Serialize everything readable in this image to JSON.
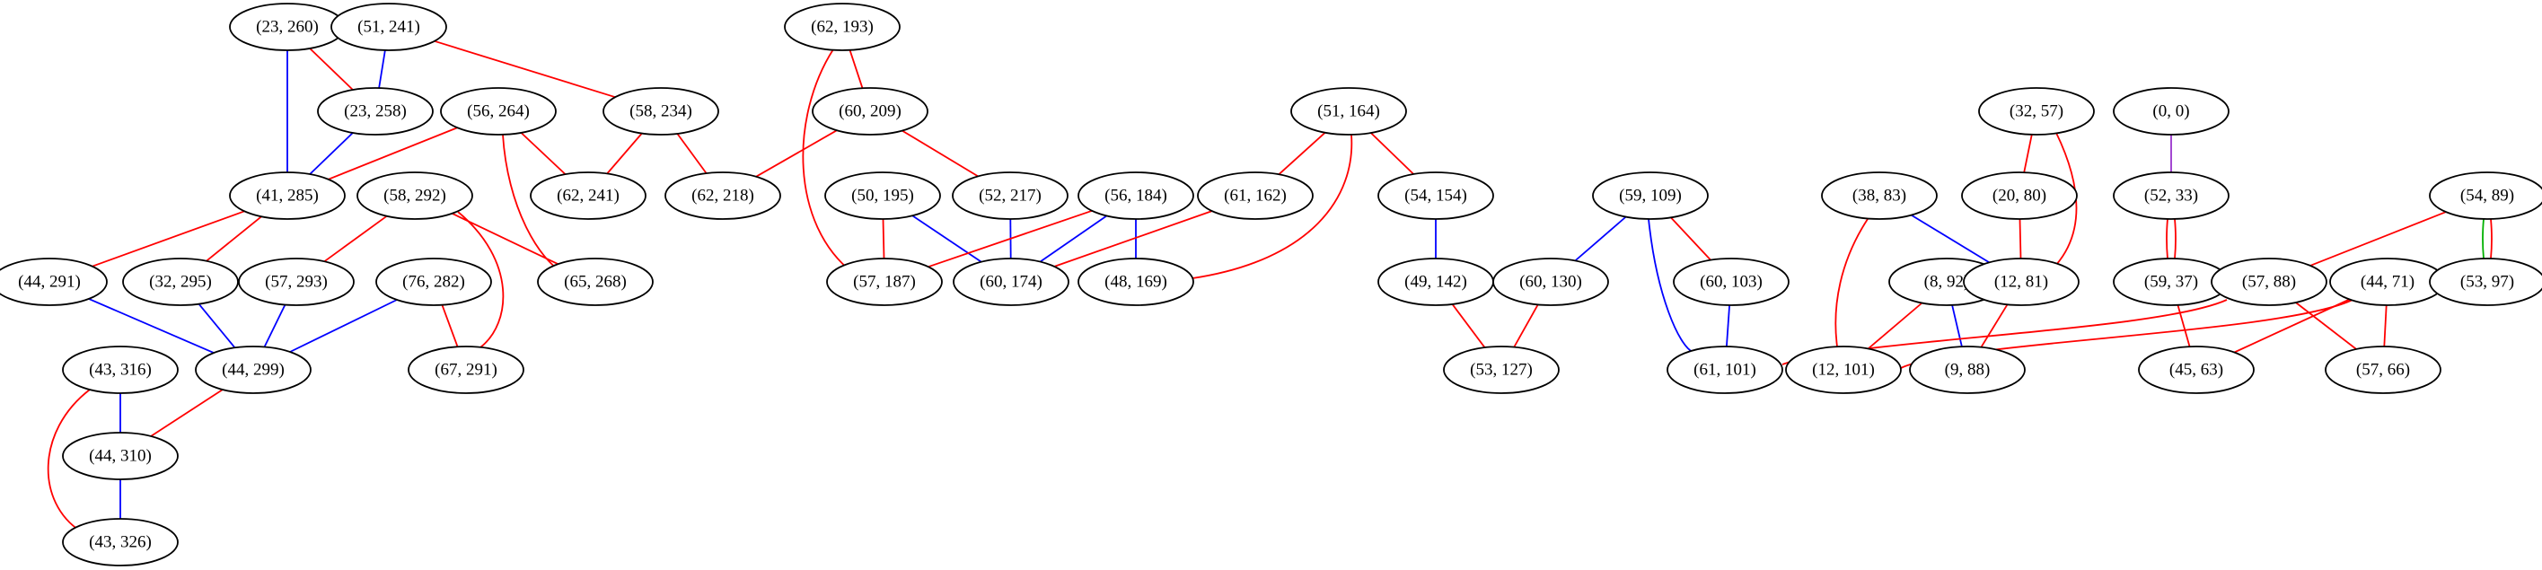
{
  "colors": {
    "red": "#ff0000",
    "blue": "#0000ff",
    "green": "#00b000",
    "purple": "#9933cc"
  },
  "nodes": [
    {
      "id": "n23_260",
      "label": "(23, 260)"
    },
    {
      "id": "n51_241",
      "label": "(51, 241)"
    },
    {
      "id": "n23_258",
      "label": "(23, 258)"
    },
    {
      "id": "n56_264",
      "label": "(56, 264)"
    },
    {
      "id": "n58_234",
      "label": "(58, 234)"
    },
    {
      "id": "n41_285",
      "label": "(41, 285)"
    },
    {
      "id": "n58_292",
      "label": "(58, 292)"
    },
    {
      "id": "n62_241",
      "label": "(62, 241)"
    },
    {
      "id": "n62_218",
      "label": "(62, 218)"
    },
    {
      "id": "n44_291",
      "label": "(44, 291)"
    },
    {
      "id": "n32_295",
      "label": "(32, 295)"
    },
    {
      "id": "n57_293",
      "label": "(57, 293)"
    },
    {
      "id": "n76_282",
      "label": "(76, 282)"
    },
    {
      "id": "n65_268",
      "label": "(65, 268)"
    },
    {
      "id": "n43_316",
      "label": "(43, 316)"
    },
    {
      "id": "n44_299",
      "label": "(44, 299)"
    },
    {
      "id": "n67_291",
      "label": "(67, 291)"
    },
    {
      "id": "n44_310",
      "label": "(44, 310)"
    },
    {
      "id": "n43_326",
      "label": "(43, 326)"
    },
    {
      "id": "n62_193",
      "label": "(62, 193)"
    },
    {
      "id": "n60_209",
      "label": "(60, 209)"
    },
    {
      "id": "n50_195",
      "label": "(50, 195)"
    },
    {
      "id": "n52_217",
      "label": "(52, 217)"
    },
    {
      "id": "n56_184",
      "label": "(56, 184)"
    },
    {
      "id": "n57_187",
      "label": "(57, 187)"
    },
    {
      "id": "n60_174",
      "label": "(60, 174)"
    },
    {
      "id": "n48_169",
      "label": "(48, 169)"
    },
    {
      "id": "n51_164",
      "label": "(51, 164)"
    },
    {
      "id": "n61_162",
      "label": "(61, 162)"
    },
    {
      "id": "n54_154",
      "label": "(54, 154)"
    },
    {
      "id": "n49_142",
      "label": "(49, 142)"
    },
    {
      "id": "n53_127",
      "label": "(53, 127)"
    },
    {
      "id": "n59_109",
      "label": "(59, 109)"
    },
    {
      "id": "n60_130",
      "label": "(60, 130)"
    },
    {
      "id": "n60_103",
      "label": "(60, 103)"
    },
    {
      "id": "n61_101",
      "label": "(61, 101)"
    },
    {
      "id": "n38_83",
      "label": "(38, 83)"
    },
    {
      "id": "n8_92",
      "label": "(8, 92)"
    },
    {
      "id": "n12_101",
      "label": "(12, 101)"
    },
    {
      "id": "n9_88",
      "label": "(9, 88)"
    },
    {
      "id": "n32_57",
      "label": "(32, 57)"
    },
    {
      "id": "n20_80",
      "label": "(20, 80)"
    },
    {
      "id": "n12_81",
      "label": "(12, 81)"
    },
    {
      "id": "n0_0",
      "label": "(0, 0)"
    },
    {
      "id": "n52_33",
      "label": "(52, 33)"
    },
    {
      "id": "n59_37",
      "label": "(59, 37)"
    },
    {
      "id": "n45_63",
      "label": "(45, 63)"
    },
    {
      "id": "n54_89",
      "label": "(54, 89)"
    },
    {
      "id": "n57_88",
      "label": "(57, 88)"
    },
    {
      "id": "n44_71",
      "label": "(44, 71)"
    },
    {
      "id": "n53_97",
      "label": "(53, 97)"
    },
    {
      "id": "n57_66",
      "label": "(57, 66)"
    }
  ],
  "edges": [
    {
      "from": "n23_260",
      "to": "n23_258",
      "color": "red"
    },
    {
      "from": "n23_260",
      "to": "n41_285",
      "color": "blue"
    },
    {
      "from": "n51_241",
      "to": "n23_258",
      "color": "blue"
    },
    {
      "from": "n51_241",
      "to": "n58_234",
      "color": "red"
    },
    {
      "from": "n23_258",
      "to": "n41_285",
      "color": "blue"
    },
    {
      "from": "n56_264",
      "to": "n41_285",
      "color": "red"
    },
    {
      "from": "n56_264",
      "to": "n62_241",
      "color": "red"
    },
    {
      "from": "n56_264",
      "to": "n65_268",
      "color": "red"
    },
    {
      "from": "n58_234",
      "to": "n62_241",
      "color": "red"
    },
    {
      "from": "n58_234",
      "to": "n62_218",
      "color": "red"
    },
    {
      "from": "n41_285",
      "to": "n44_291",
      "color": "red"
    },
    {
      "from": "n41_285",
      "to": "n32_295",
      "color": "red"
    },
    {
      "from": "n58_292",
      "to": "n57_293",
      "color": "red"
    },
    {
      "from": "n58_292",
      "to": "n65_268",
      "color": "red"
    },
    {
      "from": "n58_292",
      "to": "n67_291",
      "color": "red"
    },
    {
      "from": "n44_291",
      "to": "n44_299",
      "color": "blue"
    },
    {
      "from": "n32_295",
      "to": "n44_299",
      "color": "blue"
    },
    {
      "from": "n57_293",
      "to": "n44_299",
      "color": "blue"
    },
    {
      "from": "n76_282",
      "to": "n44_299",
      "color": "blue"
    },
    {
      "from": "n76_282",
      "to": "n67_291",
      "color": "red"
    },
    {
      "from": "n43_316",
      "to": "n44_310",
      "color": "blue"
    },
    {
      "from": "n43_316",
      "to": "n43_326",
      "color": "red"
    },
    {
      "from": "n44_299",
      "to": "n44_310",
      "color": "red"
    },
    {
      "from": "n44_310",
      "to": "n43_326",
      "color": "blue"
    },
    {
      "from": "n62_193",
      "to": "n60_209",
      "color": "red"
    },
    {
      "from": "n62_193",
      "to": "n57_187",
      "color": "red"
    },
    {
      "from": "n60_209",
      "to": "n62_218",
      "color": "red"
    },
    {
      "from": "n60_209",
      "to": "n52_217",
      "color": "red"
    },
    {
      "from": "n50_195",
      "to": "n57_187",
      "color": "red"
    },
    {
      "from": "n50_195",
      "to": "n60_174",
      "color": "blue"
    },
    {
      "from": "n52_217",
      "to": "n60_174",
      "color": "blue"
    },
    {
      "from": "n56_184",
      "to": "n57_187",
      "color": "red"
    },
    {
      "from": "n56_184",
      "to": "n60_174",
      "color": "blue"
    },
    {
      "from": "n56_184",
      "to": "n48_169",
      "color": "blue"
    },
    {
      "from": "n61_162",
      "to": "n60_174",
      "color": "red"
    },
    {
      "from": "n51_164",
      "to": "n61_162",
      "color": "red"
    },
    {
      "from": "n51_164",
      "to": "n54_154",
      "color": "red"
    },
    {
      "from": "n51_164",
      "to": "n48_169",
      "color": "red"
    },
    {
      "from": "n54_154",
      "to": "n49_142",
      "color": "blue"
    },
    {
      "from": "n49_142",
      "to": "n53_127",
      "color": "red"
    },
    {
      "from": "n59_109",
      "to": "n60_130",
      "color": "blue"
    },
    {
      "from": "n59_109",
      "to": "n60_103",
      "color": "red"
    },
    {
      "from": "n59_109",
      "to": "n61_101",
      "color": "blue"
    },
    {
      "from": "n60_130",
      "to": "n53_127",
      "color": "red"
    },
    {
      "from": "n60_103",
      "to": "n61_101",
      "color": "blue"
    },
    {
      "from": "n38_83",
      "to": "n12_81",
      "color": "blue"
    },
    {
      "from": "n38_83",
      "to": "n12_101",
      "color": "red"
    },
    {
      "from": "n8_92",
      "to": "n12_101",
      "color": "red"
    },
    {
      "from": "n8_92",
      "to": "n9_88",
      "color": "blue"
    },
    {
      "from": "n32_57",
      "to": "n20_80",
      "color": "red"
    },
    {
      "from": "n32_57",
      "to": "n12_81",
      "color": "red"
    },
    {
      "from": "n20_80",
      "to": "n12_81",
      "color": "red"
    },
    {
      "from": "n12_81",
      "to": "n9_88",
      "color": "red"
    },
    {
      "from": "n0_0",
      "to": "n52_33",
      "color": "purple"
    },
    {
      "from": "n52_33",
      "to": "n59_37",
      "color": "red",
      "double": true
    },
    {
      "from": "n59_37",
      "to": "n45_63",
      "color": "red"
    },
    {
      "from": "n54_89",
      "to": "n57_88",
      "color": "red"
    },
    {
      "from": "n54_89",
      "to": "n53_97",
      "color": "green",
      "pair": "red"
    },
    {
      "from": "n57_88",
      "to": "n61_101",
      "color": "red"
    },
    {
      "from": "n57_88",
      "to": "n57_66",
      "color": "red"
    },
    {
      "from": "n44_71",
      "to": "n12_101",
      "color": "red"
    },
    {
      "from": "n44_71",
      "to": "n45_63",
      "color": "red"
    },
    {
      "from": "n44_71",
      "to": "n57_66",
      "color": "red"
    }
  ]
}
